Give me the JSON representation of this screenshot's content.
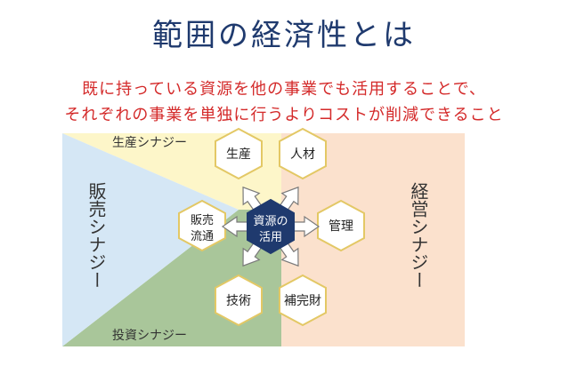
{
  "title": "範囲の経済性とは",
  "subtitle_lines": [
    "既に持っている資源を他の事業でも活用することで、",
    "それぞれの事業を単独に行うよりコストが削減できること"
  ],
  "regions": {
    "production": "生産シナジー",
    "sales": "販売シナジー",
    "investment": "投資シナジー",
    "management": "経営シナジー"
  },
  "center": {
    "line1": "資源の",
    "line2": "活用"
  },
  "hexagons": {
    "production": "生産",
    "personnel": "人材",
    "sales_distribution_1": "販売",
    "sales_distribution_2": "流通",
    "management": "管理",
    "technology": "技術",
    "complementary_assets": "補完財"
  },
  "colors": {
    "title": "#1f3a6e",
    "subtitle": "#d42a2a",
    "yellow": "#fdf6c9",
    "blue": "#d5e7f5",
    "green": "#a9c69a",
    "orange": "#fbe1cd",
    "hex_fill": "#ffffff",
    "hex_stroke": "#e3c865",
    "center": "#1f3a6e"
  }
}
